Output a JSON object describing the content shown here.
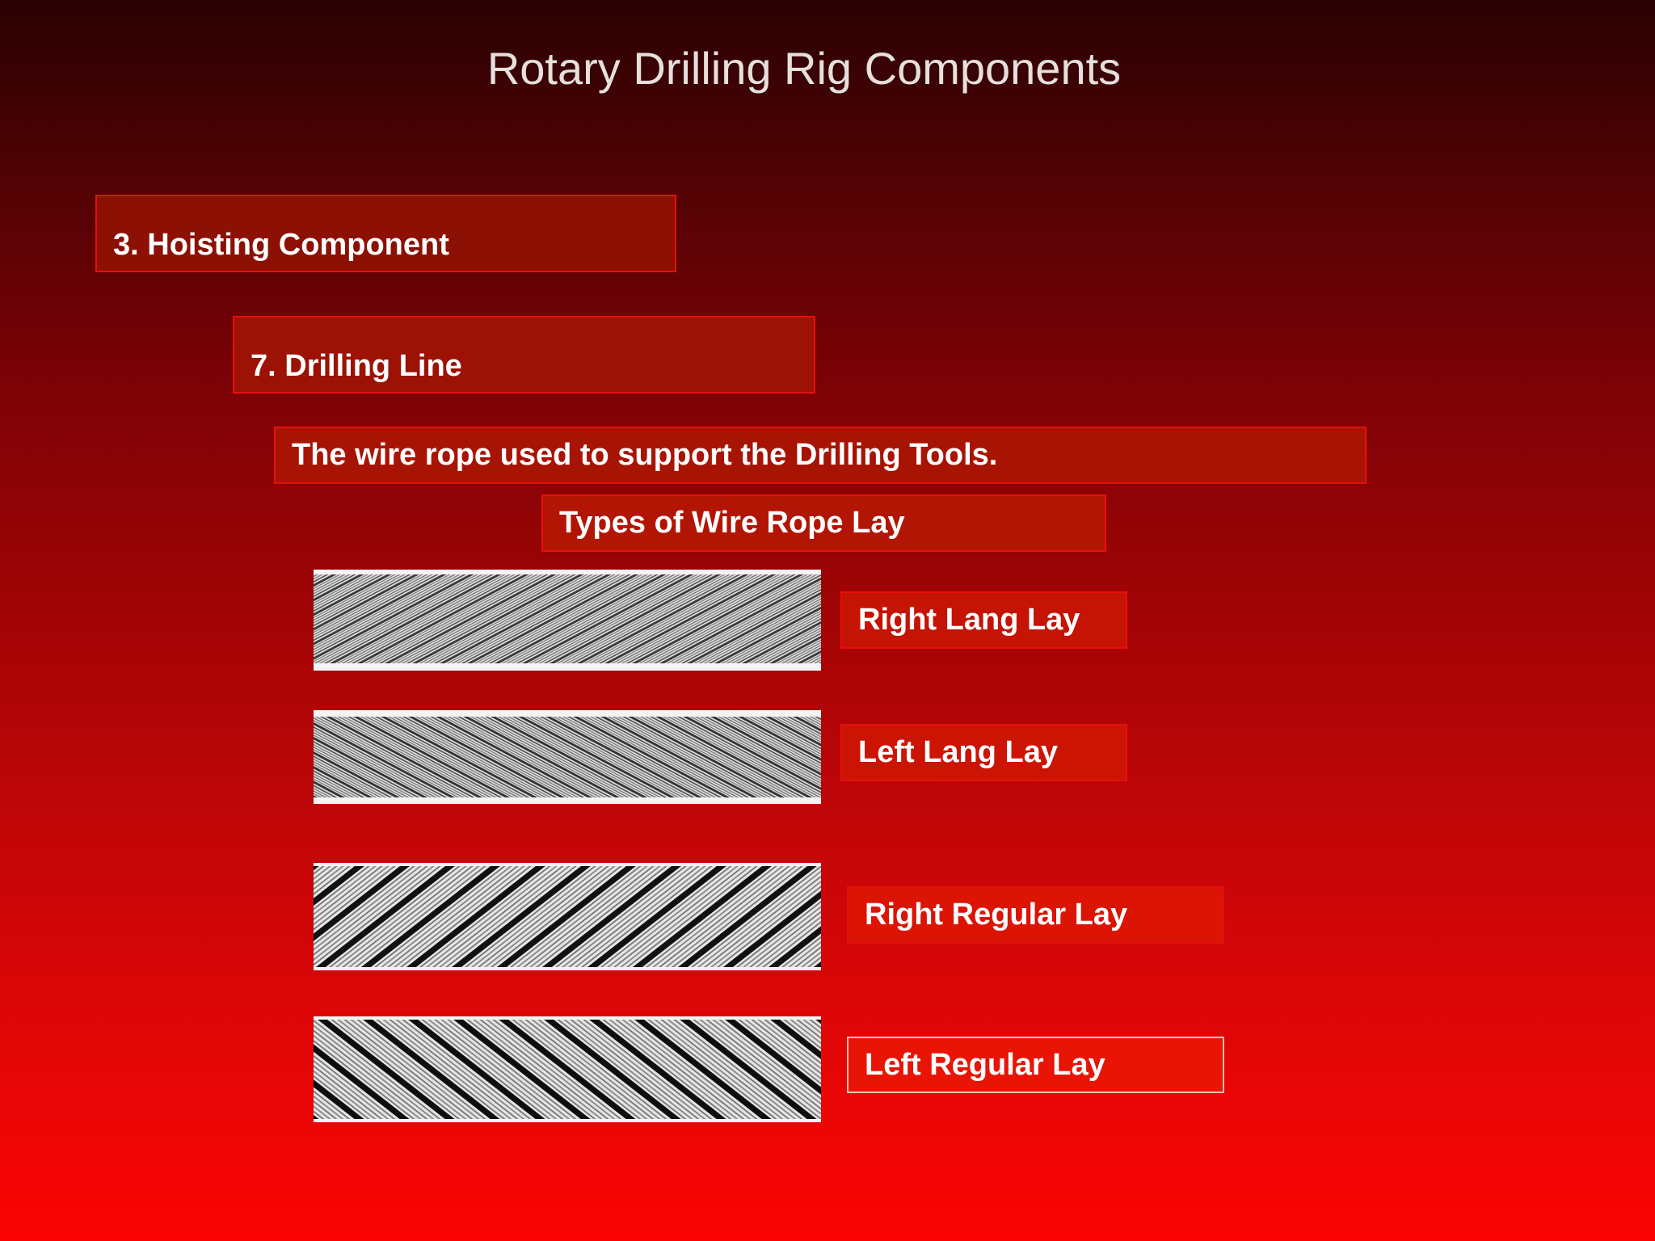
{
  "slide": {
    "title": "Rotary Drilling Rig Components",
    "heading1": "3. Hoisting Component",
    "heading2": "7. Drilling Line",
    "description": "The wire rope used to support the Drilling Tools.",
    "subheading": "Types of Wire Rope Lay",
    "lays": [
      {
        "label": "Right Lang Lay",
        "image_icon": "wire-rope-right-lang-lay"
      },
      {
        "label": "Left Lang Lay",
        "image_icon": "wire-rope-left-lang-lay"
      },
      {
        "label": "Right Regular Lay",
        "image_icon": "wire-rope-right-regular-lay"
      },
      {
        "label": "Left Regular Lay",
        "image_icon": "wire-rope-left-regular-lay"
      }
    ]
  },
  "colors": {
    "background_top": "#2a0103",
    "background_bottom": "#fb0303",
    "box_border": "#e8100c",
    "title_text": "#e6e0dc",
    "box_text": "#ffffff"
  }
}
